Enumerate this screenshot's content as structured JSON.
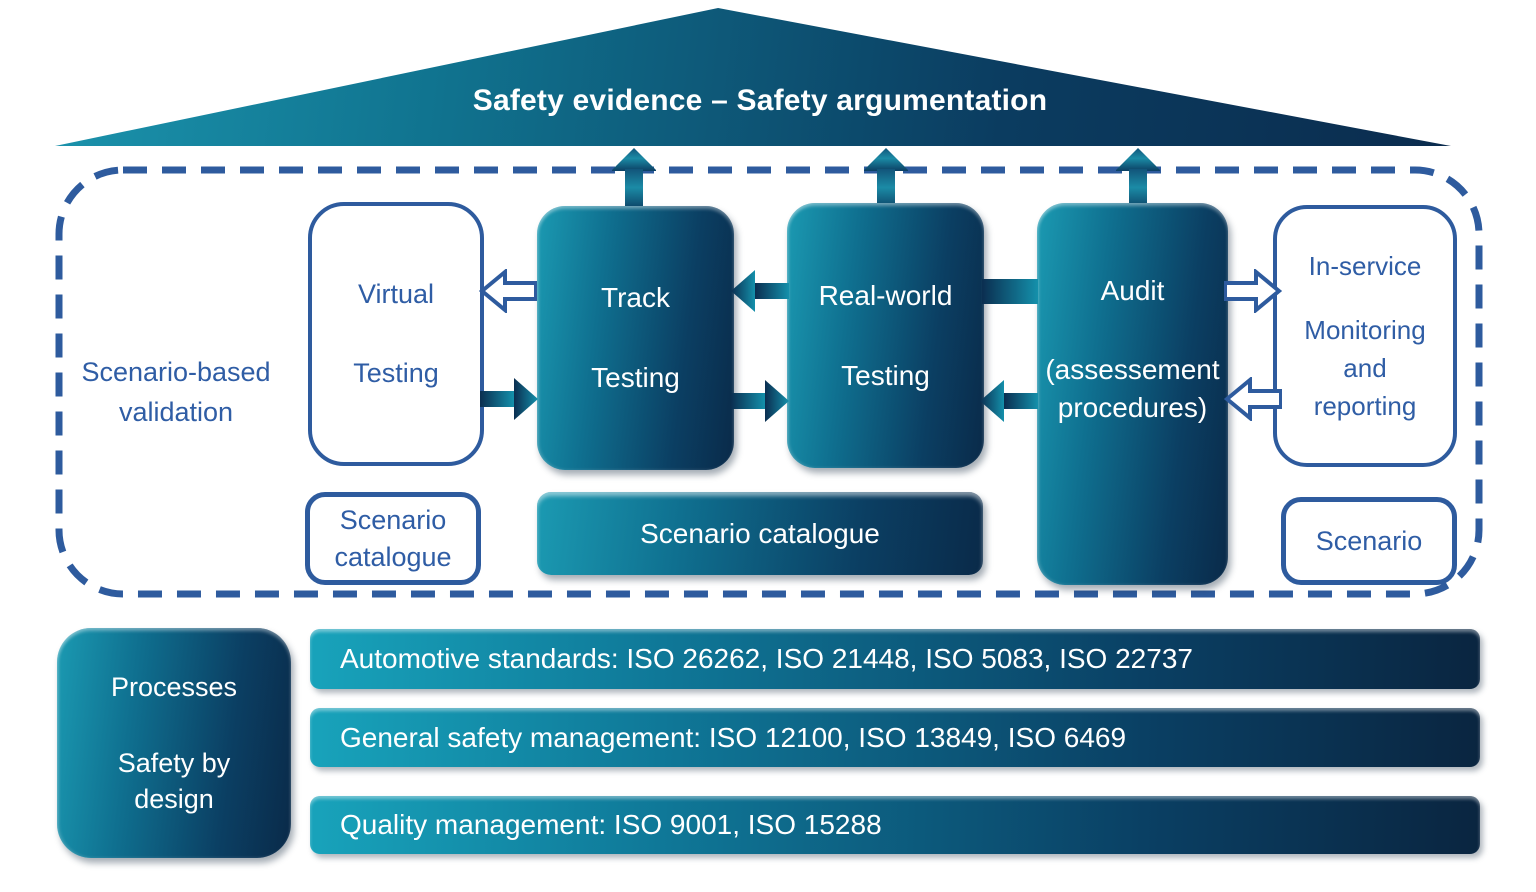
{
  "colors": {
    "teal": "#1795af",
    "navy": "#0a2a49",
    "accent_blue": "#2e5b9e",
    "text_blue": "#2f5da5",
    "white": "#ffffff"
  },
  "roof": {
    "title": "Safety evidence – Safety argumentation"
  },
  "validation_frame": {
    "side_label": {
      "line1": "Scenario-based",
      "line2": "validation"
    },
    "virtual_box": {
      "line1": "Virtual",
      "line2": "Testing"
    },
    "track_box": {
      "line1": "Track",
      "line2": "Testing"
    },
    "real_world_box": {
      "line1": "Real-world",
      "line2": "Testing"
    },
    "audit_box": {
      "title": "Audit",
      "sub_line1": "(assessement",
      "sub_line2": "procedures)"
    },
    "in_service_box": {
      "title": "In-service",
      "line1": "Monitoring",
      "line2": "and",
      "line3": "reporting"
    },
    "scenario_catalogue_small": {
      "line1": "Scenario",
      "line2": "catalogue"
    },
    "scenario_catalogue_large": {
      "label": "Scenario catalogue"
    },
    "scenario_box": {
      "label": "Scenario"
    }
  },
  "foundation": {
    "processes_box": {
      "line1": "Processes",
      "line2": "Safety by",
      "line3": "design"
    },
    "bars": [
      "Automotive standards: ISO 26262, ISO 21448, ISO 5083, ISO 22737",
      "General safety management: ISO 12100, ISO 13849, ISO 6469",
      "Quality management: ISO 9001, ISO 15288"
    ]
  }
}
